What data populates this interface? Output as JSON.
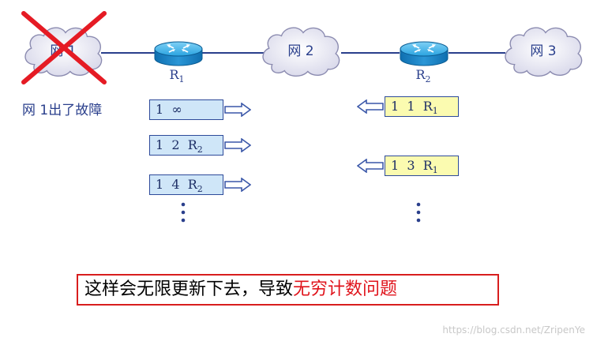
{
  "networks": [
    {
      "id": "net1",
      "label": "网 1"
    },
    {
      "id": "net2",
      "label": "网 2"
    },
    {
      "id": "net3",
      "label": "网 3"
    }
  ],
  "routers": [
    {
      "id": "r1",
      "label": "R",
      "sub": "1"
    },
    {
      "id": "r2",
      "label": "R",
      "sub": "2"
    }
  ],
  "fault_note": "网 1出了故障",
  "r1_updates": [
    {
      "net": "1",
      "dist": "∞",
      "next": "",
      "next_sub": ""
    },
    {
      "net": "1",
      "dist": "2",
      "next": "R",
      "next_sub": "2"
    },
    {
      "net": "1",
      "dist": "4",
      "next": "R",
      "next_sub": "2"
    }
  ],
  "r2_updates": [
    {
      "net": "1",
      "dist": "1",
      "next": "R",
      "next_sub": "1"
    },
    {
      "net": "1",
      "dist": "3",
      "next": "R",
      "next_sub": "1"
    }
  ],
  "caption": {
    "prefix": "这样会无限更新下去，导致",
    "highlight": "无穷计数问题"
  },
  "watermark": "https://blog.csdn.net/ZripenYe",
  "colors": {
    "cloud_fill": "#e6e6f2",
    "cross": "#e51b24",
    "router": "#1e93d6",
    "arrow": "#3a57a8"
  }
}
